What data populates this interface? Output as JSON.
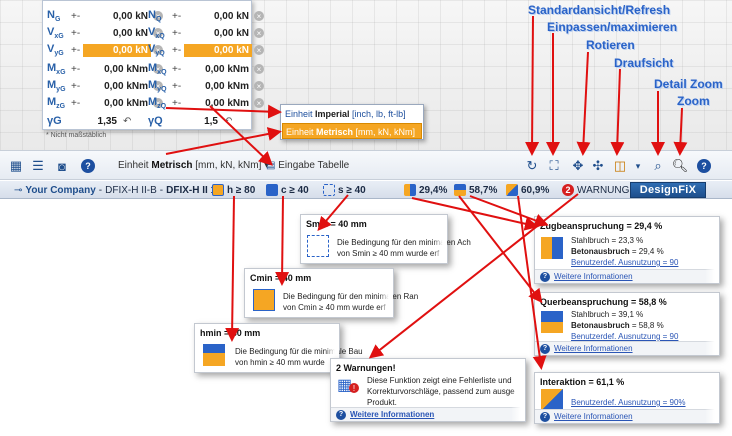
{
  "callouts": {
    "refresh": "Standardansicht/Refresh",
    "fit": "Einpassen/maximieren",
    "rotate": "Rotieren",
    "top_view": "Draufsicht",
    "detail_zoom": "Detail Zoom",
    "zoom": "Zoom"
  },
  "forces": {
    "left": [
      {
        "sym": "N",
        "sub": "G",
        "sign": "+-",
        "value": "0,00 kN",
        "hl": false
      },
      {
        "sym": "V",
        "sub": "xG",
        "sign": "+-",
        "value": "0,00 kN",
        "hl": false
      },
      {
        "sym": "V",
        "sub": "yG",
        "sign": "+-",
        "value": "0,00 kN",
        "hl": true
      },
      {
        "sym": "M",
        "sub": "xG",
        "sign": "+-",
        "value": "0,00 kNm",
        "hl": false
      },
      {
        "sym": "M",
        "sub": "yG",
        "sign": "+-",
        "value": "0,00 kNm",
        "hl": false
      },
      {
        "sym": "M",
        "sub": "zG",
        "sign": "+-",
        "value": "0,00 kNm",
        "hl": false
      }
    ],
    "right": [
      {
        "sym": "N",
        "sub": "Q",
        "sign": "+-",
        "value": "0,00 kN",
        "hl": false
      },
      {
        "sym": "V",
        "sub": "xQ",
        "sign": "+-",
        "value": "0,00 kN",
        "hl": false
      },
      {
        "sym": "V",
        "sub": "yQ",
        "sign": "+-",
        "value": "0,00 kN",
        "hl": true
      },
      {
        "sym": "M",
        "sub": "xQ",
        "sign": "+-",
        "value": "0,00 kNm",
        "hl": false
      },
      {
        "sym": "M",
        "sub": "yQ",
        "sign": "+-",
        "value": "0,00 kNm",
        "hl": false
      },
      {
        "sym": "M",
        "sub": "zQ",
        "sign": "+-",
        "value": "0,00 kNm",
        "hl": false
      }
    ],
    "gamma_g_label": "γG",
    "gamma_g_value": "1,35",
    "gamma_q_label": "γQ",
    "gamma_q_value": "1,5",
    "footnote": "* Nicht maßstäblich"
  },
  "unit_menu": {
    "imperial_prefix": "Einheit ",
    "imperial_bold": "Imperial",
    "imperial_units": " [inch, lb, ft-lb]",
    "metric_prefix": "Einheit ",
    "metric_bold": "Metrisch",
    "metric_units": " [mm, kN, kNm]"
  },
  "toolbar": {
    "unit_prefix": "Einheit ",
    "unit_bold": "Metrisch",
    "unit_units": " [mm, kN, kNm]",
    "input_table": "Eingabe Tabelle"
  },
  "statusbar": {
    "company": "Your Company",
    "product": "DFIX-H II-B",
    "version": "DFIX-H II 10",
    "h": "h ≥ 80",
    "c": "c ≥ 40",
    "s": "s ≥ 40",
    "tension": "29,4%",
    "shear": "58,7%",
    "interaction": "60,9%",
    "warn_count": "2",
    "warning": "WARNUNG",
    "brand": "DesignFiX"
  },
  "tips": {
    "smin": {
      "title": "Smin = 40 mm",
      "line1": "Die Bedingung für den minimalen Ach",
      "line2": "von Smin ≥ 40 mm wurde erf"
    },
    "cmin": {
      "title": "Cmin = 40 mm",
      "line1": "Die Bedingung für den minimalen Ran",
      "line2": "von Cmin ≥ 40 mm wurde erf"
    },
    "hmin": {
      "title": "hmin = 80 mm",
      "line1": "Die Bedingung für die minimale Bau",
      "line2": "von hmin ≥ 40 mm wurde"
    },
    "tension": {
      "title": "Zugbeanspruchung = 29,4 %",
      "line1": "Stahlbruch = 23,3 %",
      "line2_bold": "Betonausbruch",
      "line2": " = 29,4 %",
      "line3": "Benutzerdef. Ausnutzung = 90",
      "more": "Weitere Informationen"
    },
    "shear": {
      "title": "Querbeanspruchung = 58,8 %",
      "line1": "Stahlbruch = 39,1 %",
      "line2_bold": "Betonausbruch",
      "line2": " = 58,8 %",
      "line3": "Benutzerdef. Ausnutzung = 90",
      "more": "Weitere Informationen"
    },
    "warnings": {
      "title": "2 Warnungen!",
      "line1": "Diese Funktion zeigt eine Fehlerliste und",
      "line2": "Korrekturvorschläge, passend zum ausge",
      "line3": "Produkt.",
      "more": "Weitere Informationen"
    },
    "interaction": {
      "title": "Interaktion = 61,1 %",
      "line1": "Benutzerdef. Ausnutzung = 90%",
      "more": "Weitere Informationen"
    }
  },
  "colors": {
    "accent_orange": "#f5a623",
    "callout_blue": "#2a63c8",
    "arrow_red": "#e01010",
    "warning_red": "#d61f1f"
  }
}
